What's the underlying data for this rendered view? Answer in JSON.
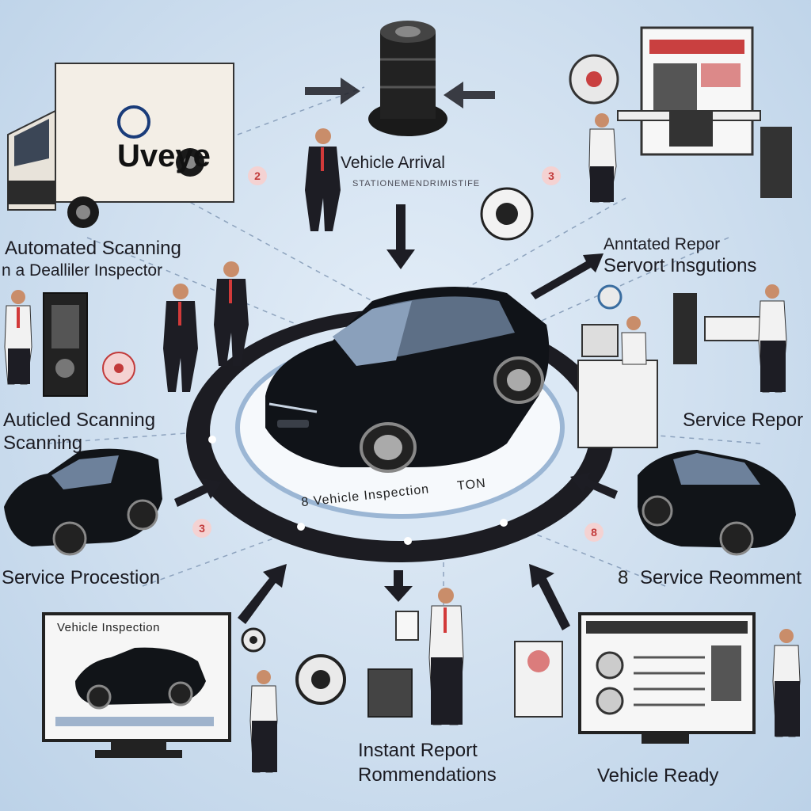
{
  "brand": {
    "logo_text": "Uveye"
  },
  "steps": {
    "vehicle_arrival": "Vehicle Arrival",
    "vehicle_arrival_sub": "STATIONEMENDRIMISTIFE",
    "automated_scanning": "Automated Scanning",
    "dealer_inspection": "n a Dealliler Inspector",
    "auticled_scanning": "Auticled Scanning",
    "scanning": "Scanning",
    "service_procestion": "Service Procestion",
    "automated_report": "Anntated Repor",
    "servort_inspections": "Servort Insgutions",
    "service_repor": "Service Repor",
    "service_reomment": "Service Reomment",
    "instant_report": "Instant Report",
    "rommendations": "Rommendations",
    "vehicle_ready": "Vehicle Ready",
    "center_ring": "Vehicle Inspection",
    "center_ring_tail": "TON",
    "center_ring_prefix": "8",
    "screen_title": "Vehicle Inspection",
    "step_8": "8"
  },
  "badges": {
    "b1": "2",
    "b2": "3",
    "b3": "3",
    "b4": "8"
  },
  "colors": {
    "accent_red": "#d23a3a",
    "suit": "#1d1d24",
    "car": "#111418",
    "background": "#cfdfef"
  }
}
